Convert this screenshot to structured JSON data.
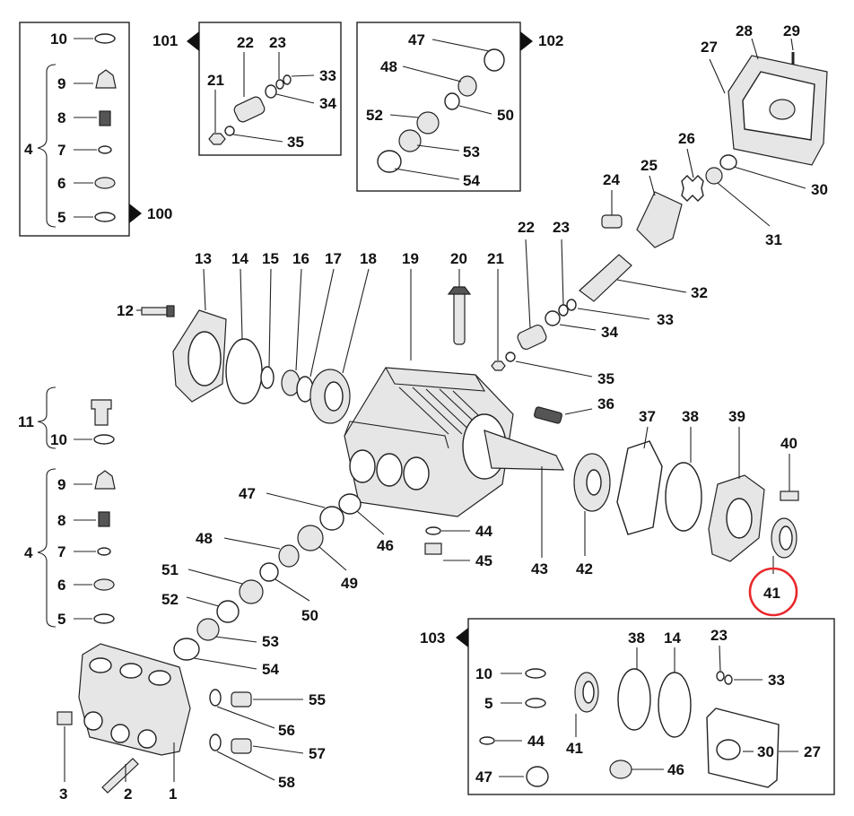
{
  "labels": {
    "l1": "1",
    "l2": "2",
    "l3": "3",
    "l4a": "4",
    "l4b": "4",
    "l5a": "5",
    "l5b": "5",
    "l5c": "5",
    "l6a": "6",
    "l6b": "6",
    "l7a": "7",
    "l7b": "7",
    "l8a": "8",
    "l8b": "8",
    "l9a": "9",
    "l9b": "9",
    "l10a": "10",
    "l10b": "10",
    "l10c": "10",
    "l11": "11",
    "l12": "12",
    "l13": "13",
    "l14a": "14",
    "l14b": "14",
    "l15": "15",
    "l16": "16",
    "l17": "17",
    "l18": "18",
    "l19": "19",
    "l20": "20",
    "l21a": "21",
    "l21b": "21",
    "l22a": "22",
    "l22b": "22",
    "l23a": "23",
    "l23b": "23",
    "l23c": "23",
    "l24": "24",
    "l25": "25",
    "l26": "26",
    "l27a": "27",
    "l27b": "27",
    "l28": "28",
    "l29": "29",
    "l30a": "30",
    "l30b": "30",
    "l31": "31",
    "l32": "32",
    "l33a": "33",
    "l33b": "33",
    "l33c": "33",
    "l34a": "34",
    "l34b": "34",
    "l35a": "35",
    "l35b": "35",
    "l36": "36",
    "l37": "37",
    "l38a": "38",
    "l38b": "38",
    "l39": "39",
    "l40": "40",
    "l41a": "41",
    "l41b": "41",
    "l42": "42",
    "l43": "43",
    "l44a": "44",
    "l44b": "44",
    "l45": "45",
    "l46a": "46",
    "l46b": "46",
    "l47a": "47",
    "l47b": "47",
    "l47c": "47",
    "l48a": "48",
    "l48b": "48",
    "l49": "49",
    "l50a": "50",
    "l50b": "50",
    "l51": "51",
    "l52a": "52",
    "l52b": "52",
    "l53a": "53",
    "l53b": "53",
    "l54a": "54",
    "l54b": "54",
    "l55": "55",
    "l56": "56",
    "l57": "57",
    "l58": "58",
    "k100": "100",
    "k101": "101",
    "k102": "102",
    "k103": "103"
  },
  "highlight": {
    "part": "41",
    "color": "#e8282b"
  }
}
